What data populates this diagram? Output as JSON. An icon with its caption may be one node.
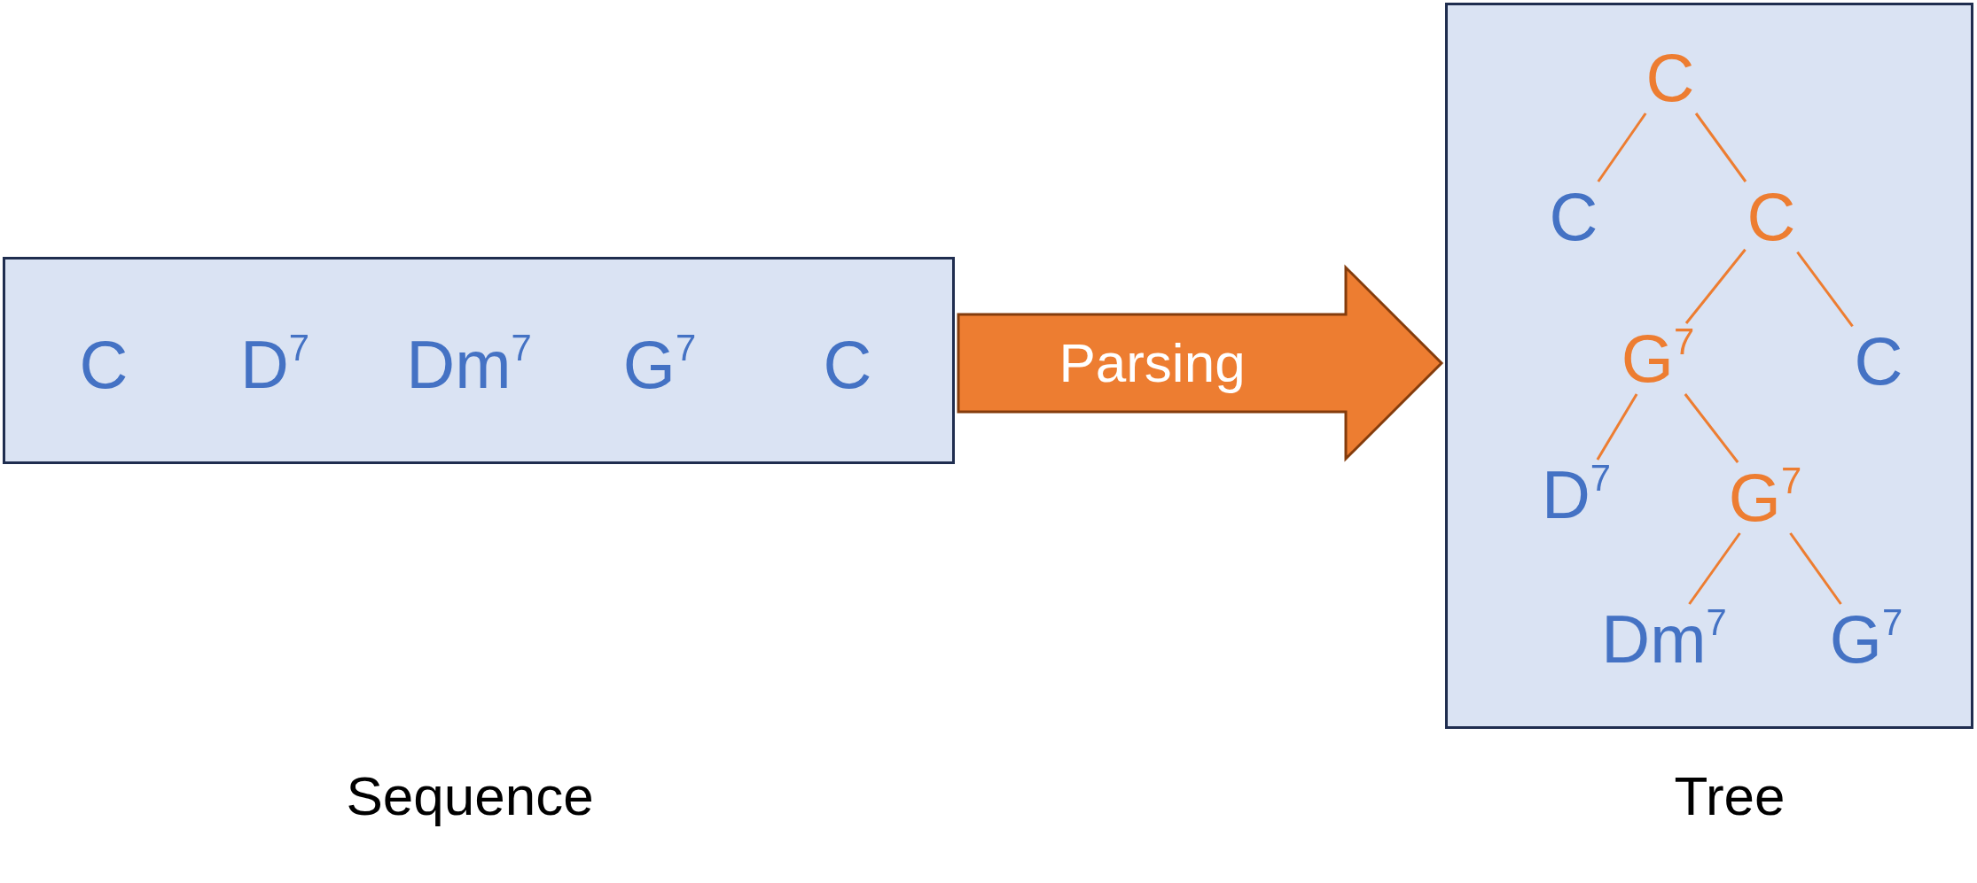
{
  "diagram": {
    "nodes": [
      {
        "text": [],
        "shape": "box"
      },
      {
        "text": [
          "C"
        ],
        "in": 0
      },
      {
        "text": [
          "D$^{7}$"
        ],
        "in": 0
      },
      {
        "text": [
          "Dm$^{7}$"
        ],
        "in": 0
      },
      {
        "text": [
          "G$^{7}$"
        ],
        "in": 0
      },
      {
        "text": [
          "C"
        ],
        "in": 0
      },
      {
        "text": [],
        "shape": "box"
      },
      {
        "text": [
          "C"
        ],
        "in": 6
      },
      {
        "text": [
          "C"
        ],
        "in": 6
      },
      {
        "text": [
          "C"
        ],
        "in": 6
      },
      {
        "text": [
          "G$^{7}$"
        ],
        "in": 6
      },
      {
        "text": [
          "C"
        ],
        "in": 6
      },
      {
        "text": [
          "D$^{7}$"
        ],
        "in": 6
      },
      {
        "text": [
          "G$^{7}$"
        ],
        "in": 6
      },
      {
        "text": [
          "Dm$^{7}$"
        ],
        "in": 6
      },
      {
        "text": [
          "G$^{7}$"
        ],
        "in": 6
      }
    ],
    "edges": [
      {
        "from": 0,
        "to": 6,
        "arrow": "to",
        "label": "Parsing",
        "style": "thick"
      },
      {
        "from": 7,
        "to": 8,
        "arrow": "none"
      },
      {
        "from": 7,
        "to": 9,
        "arrow": "none"
      },
      {
        "from": 9,
        "to": 10,
        "arrow": "none"
      },
      {
        "from": 9,
        "to": 11,
        "arrow": "none"
      },
      {
        "from": 10,
        "to": 12,
        "arrow": "none"
      },
      {
        "from": 10,
        "to": 13,
        "arrow": "none"
      },
      {
        "from": 13,
        "to": 14,
        "arrow": "none"
      },
      {
        "from": 13,
        "to": 15,
        "arrow": "none"
      }
    ],
    "labels": [
      "Sequence",
      "Tree"
    ]
  }
}
